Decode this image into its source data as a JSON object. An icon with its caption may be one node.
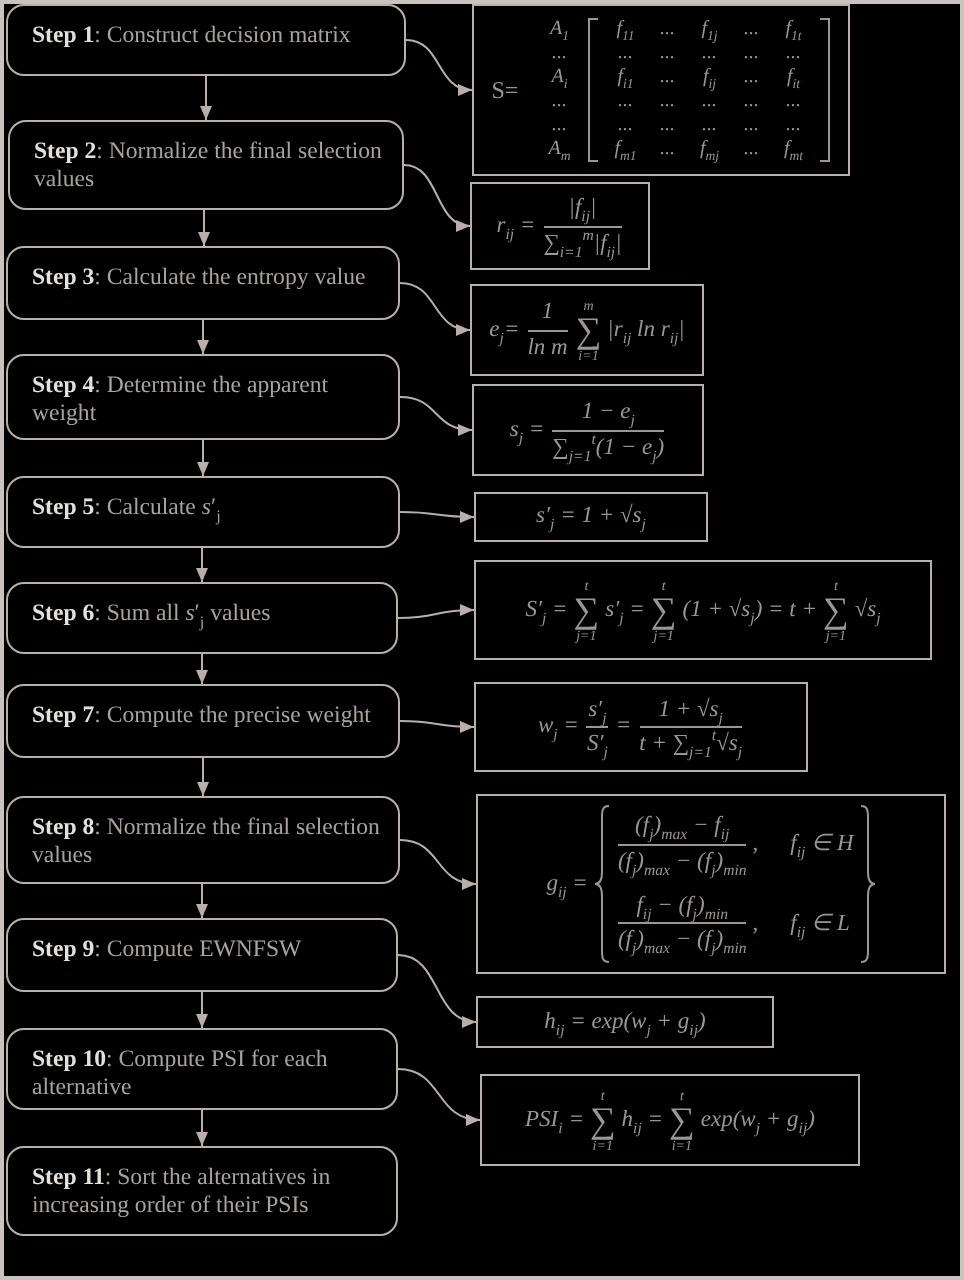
{
  "diagram": {
    "nodes": [
      {
        "text": [
          "**Step 1**: Construct decision matrix"
        ]
      },
      {
        "text": [
          "S=",
          "A$_{1}$",
          "...",
          "A$_{i}$",
          "...",
          "...",
          "A$_{m}$",
          "f$_{11}$",
          "...",
          "f$_{1j}$",
          "...",
          "f$_{1t}$",
          "...",
          "...",
          "...",
          "...",
          "...",
          "f$_{i1}$",
          "...",
          "f$_{ij}$",
          "...",
          "f$_{it}$",
          "...",
          "...",
          "...",
          "...",
          "...",
          "...",
          "...",
          "...",
          "...",
          "...",
          "f$_{m1}$",
          "...",
          "f$_{mj}$",
          "...",
          "f$_{mt}$"
        ]
      },
      {
        "text": [
          "**Step 2**: Normalize the final selection values"
        ]
      },
      {
        "text": [
          "r$_{ij}$ =",
          "|f$_{ij}$|",
          "∑$_{i=1}$$^{m}$|f$_{ij}$|"
        ]
      },
      {
        "text": [
          "**Step 3**: Calculate the entropy value"
        ]
      },
      {
        "text": [
          "e$_{j}$=",
          "1",
          "ln m",
          "m",
          "∑",
          "i=1",
          "|r$_{ij}$ ln r$_{ij}$|"
        ]
      },
      {
        "text": [
          "**Step 4**: Determine the apparent weight"
        ]
      },
      {
        "text": [
          "s$_{j}$ =",
          "1 − e$_{j}$",
          "∑$_{j=1}$$^{t}$(1 − e$_{j}$)"
        ]
      },
      {
        "text": [
          "**Step 5**: Calculate *s*′$_{j}$"
        ]
      },
      {
        "text": [
          "s′$_{j}$ = 1 + √s$_{j}$"
        ]
      },
      {
        "text": [
          "**Step 6**: Sum all *s*′$_{j}$ values"
        ]
      },
      {
        "text": [
          "S′$_{j}$ =",
          "t",
          "∑",
          "j=1",
          "s′$_{j}$ =",
          "t",
          "∑",
          "j=1",
          "(1 + √s$_{j}$) = t +",
          "t",
          "∑",
          "j=1",
          "√s$_{j}$"
        ]
      },
      {
        "text": [
          "**Step 7**: Compute the precise weight"
        ]
      },
      {
        "text": [
          "w$_{j}$ =",
          "s′$_{j}$",
          "S′$_{j}$",
          "=",
          "1 + √s$_{j}$",
          "t + ∑$_{j=1}$$^{t}$√s$_{j}$"
        ]
      },
      {
        "text": [
          "**Step 8**: Normalize the final selection values"
        ]
      },
      {
        "text": [
          "g$_{ij}$ =",
          "(f$_{j}$)$_{max}$ − f$_{ij}$",
          "(f$_{j}$)$_{max}$ − (f$_{j}$)$_{min}$",
          ",",
          "f$_{ij}$ ∈ H",
          "f$_{ij}$ − (f$_{j}$)$_{min}$",
          "(f$_{j}$)$_{max}$ − (f$_{j}$)$_{min}$",
          ",",
          "f$_{ij}$ ∈ L"
        ]
      },
      {
        "text": [
          "**Step 9**: Compute EWNFSW"
        ]
      },
      {
        "text": [
          "h$_{ij}$ = exp(w$_{j}$ + g$_{ij}$)"
        ]
      },
      {
        "text": [
          "**Step 10**: Compute PSI for each alternative"
        ]
      },
      {
        "text": [
          "PSI$_{i}$ =",
          "t",
          "∑",
          "i=1",
          "h$_{ij}$ =",
          "t",
          "∑",
          "i=1",
          "exp(w$_{j}$ + g$_{ij}$)"
        ]
      },
      {
        "text": [
          "**Step 11**: Sort the alternatives in increasing order of their PSIs"
        ]
      }
    ],
    "edges": [
      {
        "from": 0,
        "to": 1,
        "arrow": "to"
      },
      {
        "from": 0,
        "to": 2,
        "arrow": "to"
      },
      {
        "from": 2,
        "to": 3,
        "arrow": "to"
      },
      {
        "from": 2,
        "to": 4,
        "arrow": "to"
      },
      {
        "from": 4,
        "to": 5,
        "arrow": "to"
      },
      {
        "from": 4,
        "to": 6,
        "arrow": "to"
      },
      {
        "from": 6,
        "to": 7,
        "arrow": "to"
      },
      {
        "from": 6,
        "to": 8,
        "arrow": "to"
      },
      {
        "from": 8,
        "to": 9,
        "arrow": "to"
      },
      {
        "from": 8,
        "to": 10,
        "arrow": "to"
      },
      {
        "from": 10,
        "to": 11,
        "arrow": "to"
      },
      {
        "from": 10,
        "to": 12,
        "arrow": "to"
      },
      {
        "from": 12,
        "to": 13,
        "arrow": "to"
      },
      {
        "from": 12,
        "to": 14,
        "arrow": "to"
      },
      {
        "from": 14,
        "to": 15,
        "arrow": "to"
      },
      {
        "from": 14,
        "to": 16,
        "arrow": "to"
      },
      {
        "from": 16,
        "to": 17,
        "arrow": "to"
      },
      {
        "from": 16,
        "to": 18,
        "arrow": "to"
      },
      {
        "from": 18,
        "to": 19,
        "arrow": "to"
      },
      {
        "from": 18,
        "to": 20,
        "arrow": "to"
      }
    ]
  }
}
